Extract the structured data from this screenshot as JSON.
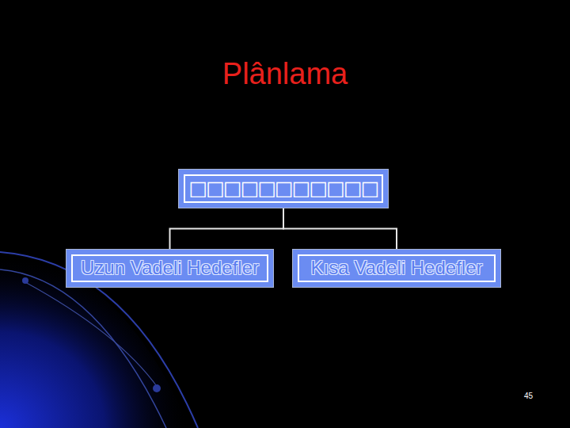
{
  "diagram": {
    "title": "Plânlama",
    "nodes": [
      {
        "text": [
          "□□□□□□□□□□□"
        ]
      },
      {
        "text": [
          "Uzun Vadeli Hedefler"
        ]
      },
      {
        "text": [
          "Kısa Vadeli Hedefler"
        ]
      }
    ],
    "edges": [
      {
        "from": 0,
        "to": 1,
        "arrow": "none"
      },
      {
        "from": 0,
        "to": 2,
        "arrow": "none"
      }
    ],
    "labels": [
      "45"
    ]
  }
}
